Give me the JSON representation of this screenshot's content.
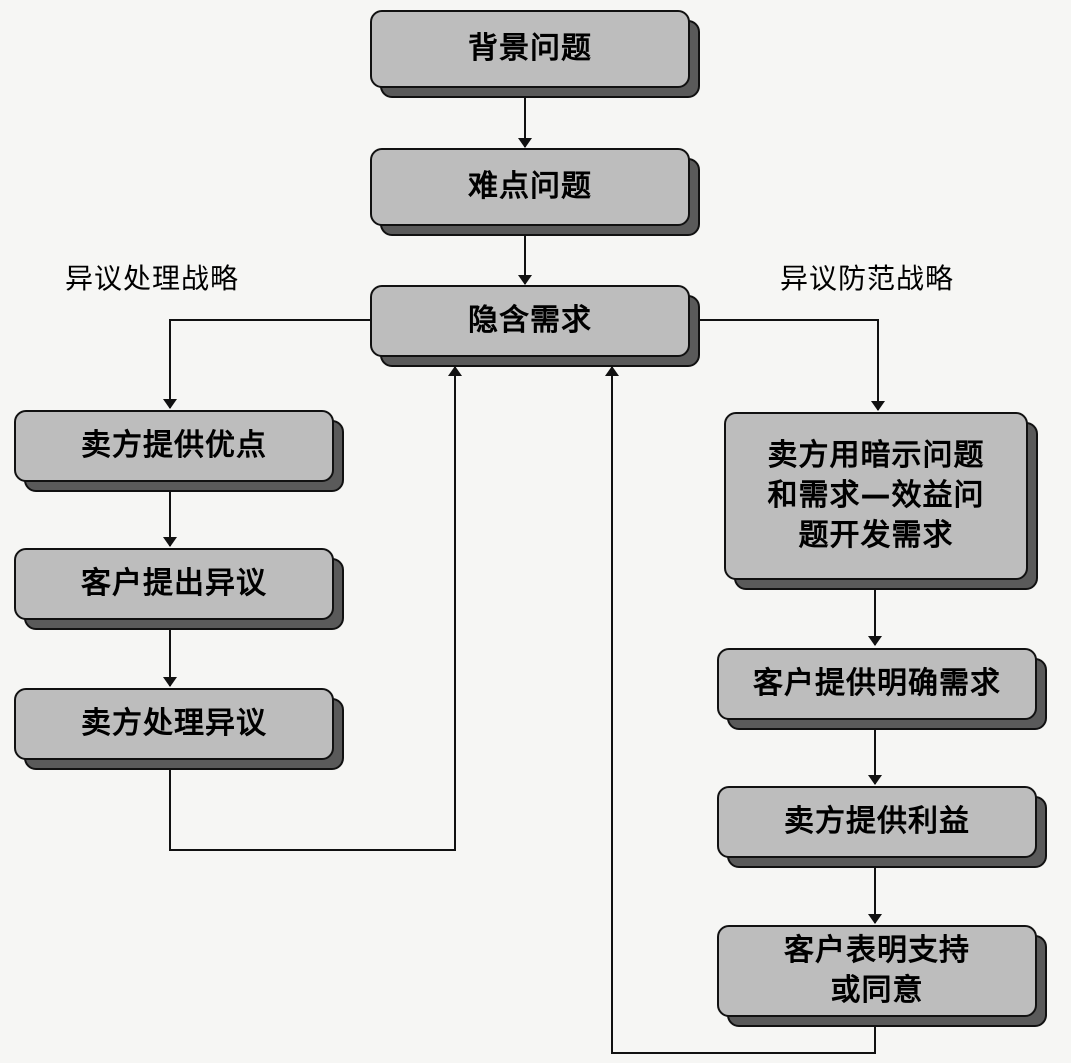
{
  "branches": {
    "left_title": "异议处理战略",
    "right_title": "异议防范战略"
  },
  "nodes": {
    "background": "背景问题",
    "difficulty": "难点问题",
    "implied_need": "隐含需求",
    "seller_advantages": "卖方提供优点",
    "customer_objection": "客户提出异议",
    "seller_handles_objection": "卖方处理异议",
    "seller_implication_lines": [
      "卖方用暗示问题",
      "和需求—效益问",
      "题开发需求"
    ],
    "customer_explicit_need": "客户提供明确需求",
    "seller_benefits": "卖方提供利益",
    "customer_commitment_lines": [
      "客户表明支持",
      "或同意"
    ]
  }
}
